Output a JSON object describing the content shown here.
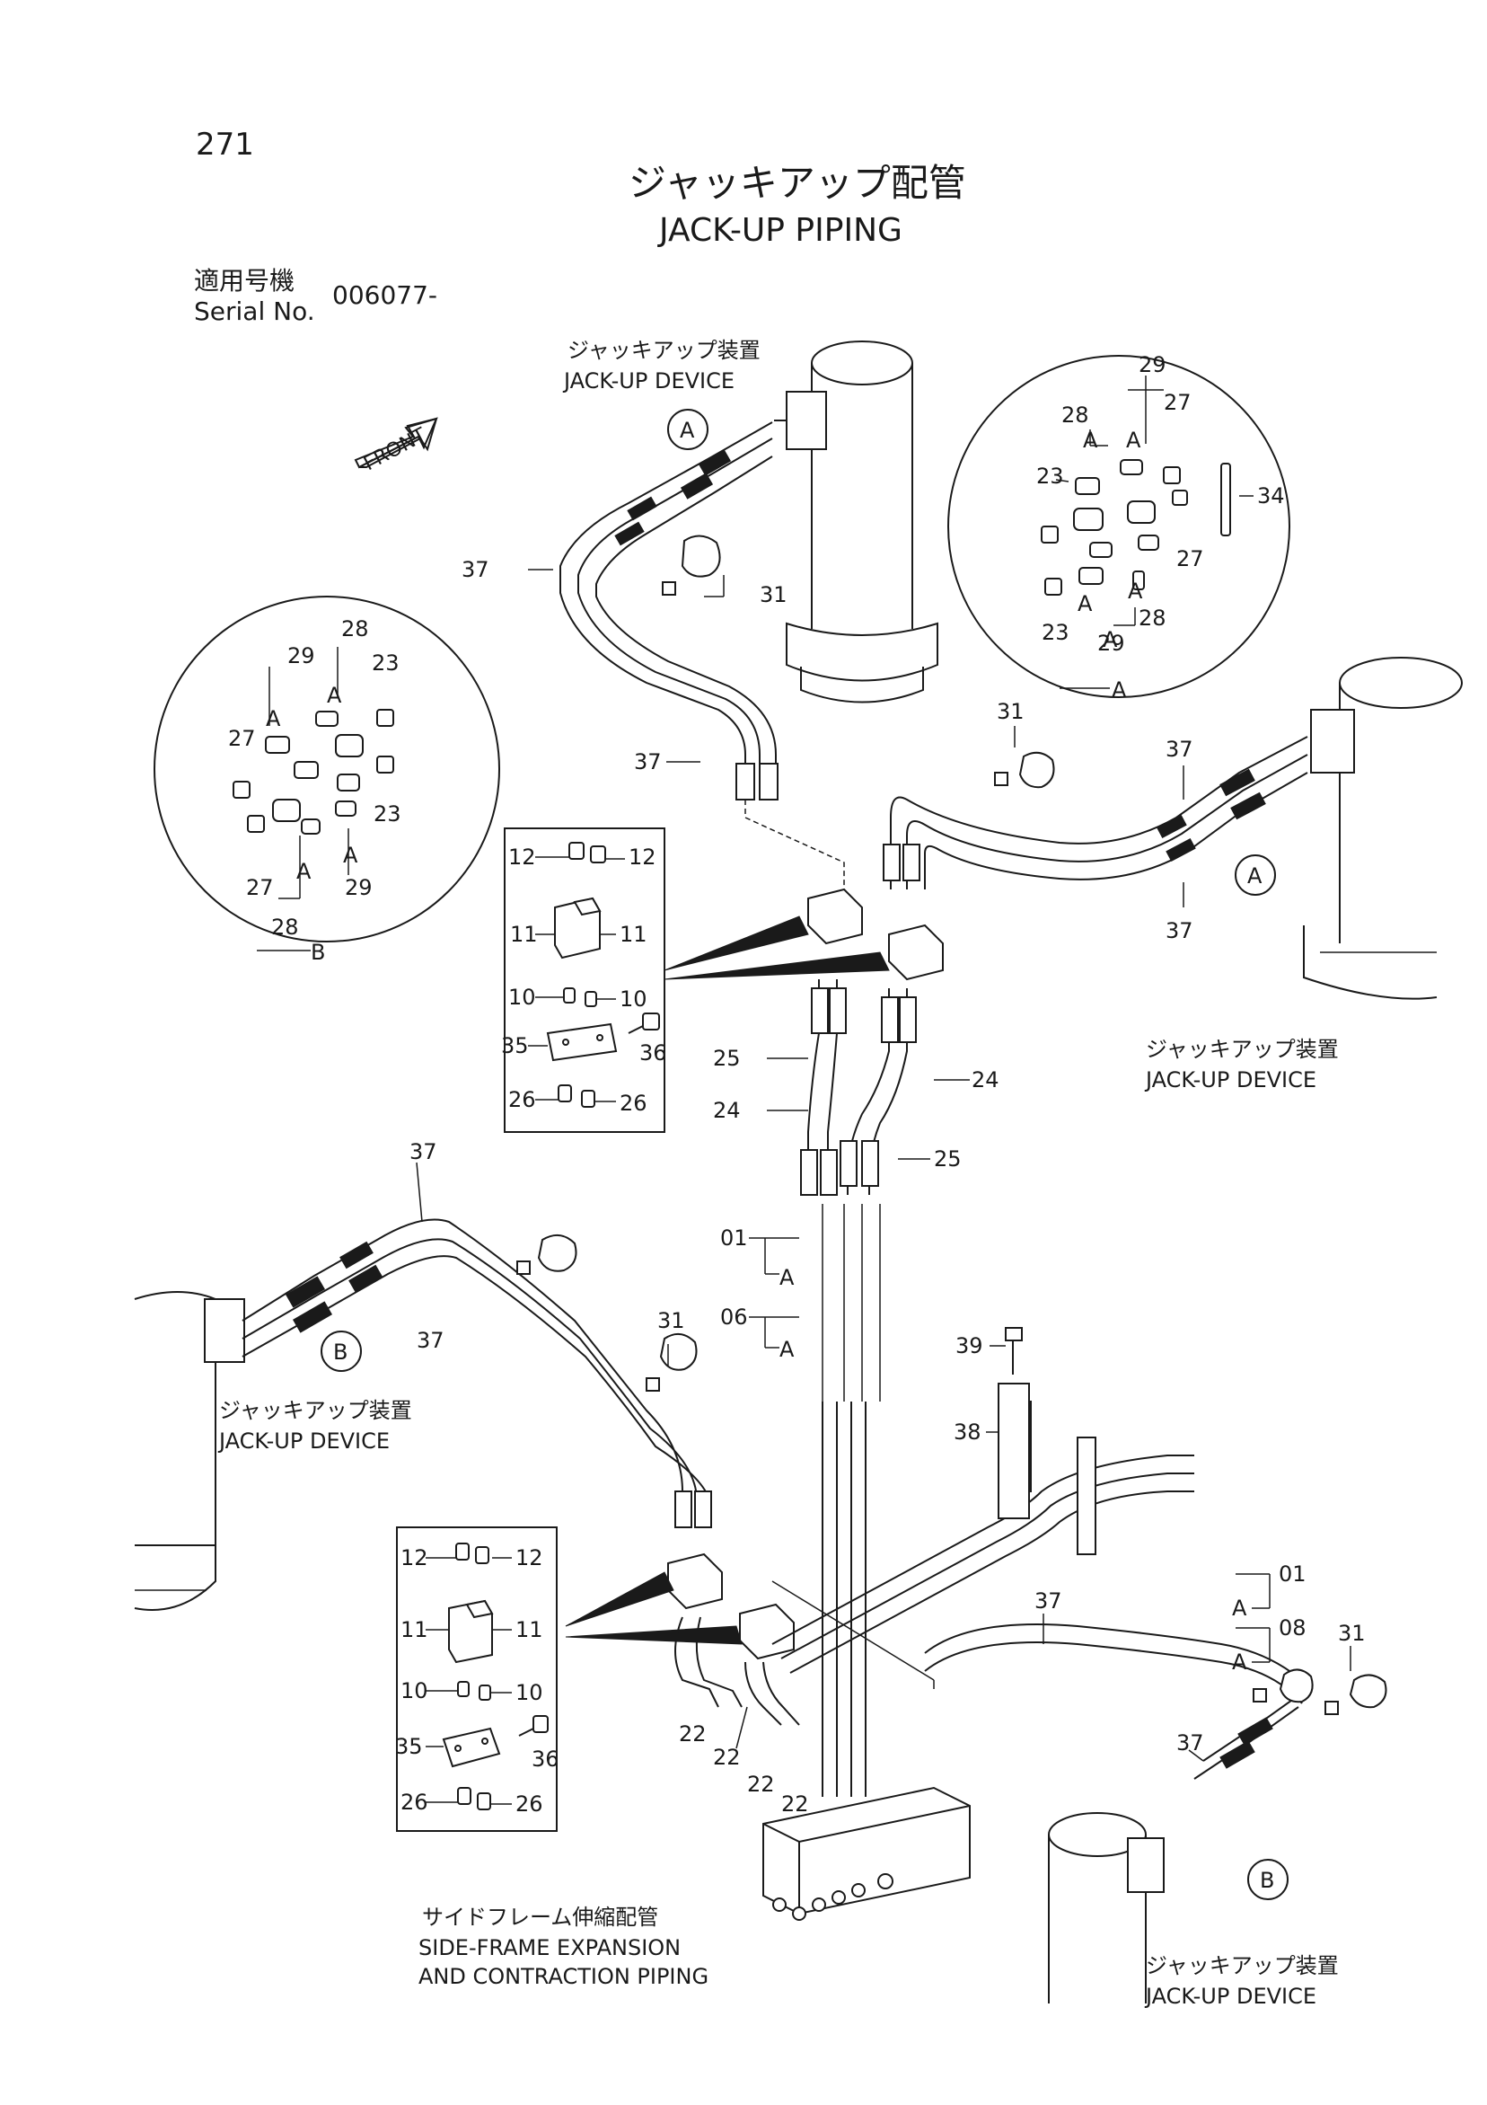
{
  "page_number": "271",
  "title_jp": "ジャッキアップ配管",
  "title_en": "JACK-UP PIPING",
  "serial": {
    "label_jp": "適用号機",
    "label_en": "Serial No.",
    "value": "006077-"
  },
  "front_arrow_label": "FRONT",
  "devices": {
    "top": {
      "jp": "ジャッキアップ装置",
      "en": "JACK-UP DEVICE"
    },
    "right": {
      "jp": "ジャッキアップ装置",
      "en": "JACK-UP DEVICE"
    },
    "left": {
      "jp": "ジャッキアップ装置",
      "en": "JACK-UP DEVICE"
    },
    "bottom_right": {
      "jp": "ジャッキアップ装置",
      "en": "JACK-UP DEVICE"
    }
  },
  "side_frame": {
    "jp": "サイドフレーム伸縮配管",
    "en_line1": "SIDE-FRAME EXPANSION",
    "en_line2": "AND CONTRACTION PIPING"
  },
  "detail_a_label": "A",
  "detail_b_label": "B",
  "markers": {
    "a": "A",
    "b": "B"
  },
  "callouts": {
    "c01": "01",
    "c06": "06",
    "c08": "08",
    "c10": "10",
    "c11": "11",
    "c12": "12",
    "c22": "22",
    "c23": "23",
    "c24": "24",
    "c25": "25",
    "c26": "26",
    "c27": "27",
    "c28": "28",
    "c29": "29",
    "c31": "31",
    "c34": "34",
    "c35": "35",
    "c36": "36",
    "c37": "37",
    "c38": "38",
    "c39": "39"
  }
}
